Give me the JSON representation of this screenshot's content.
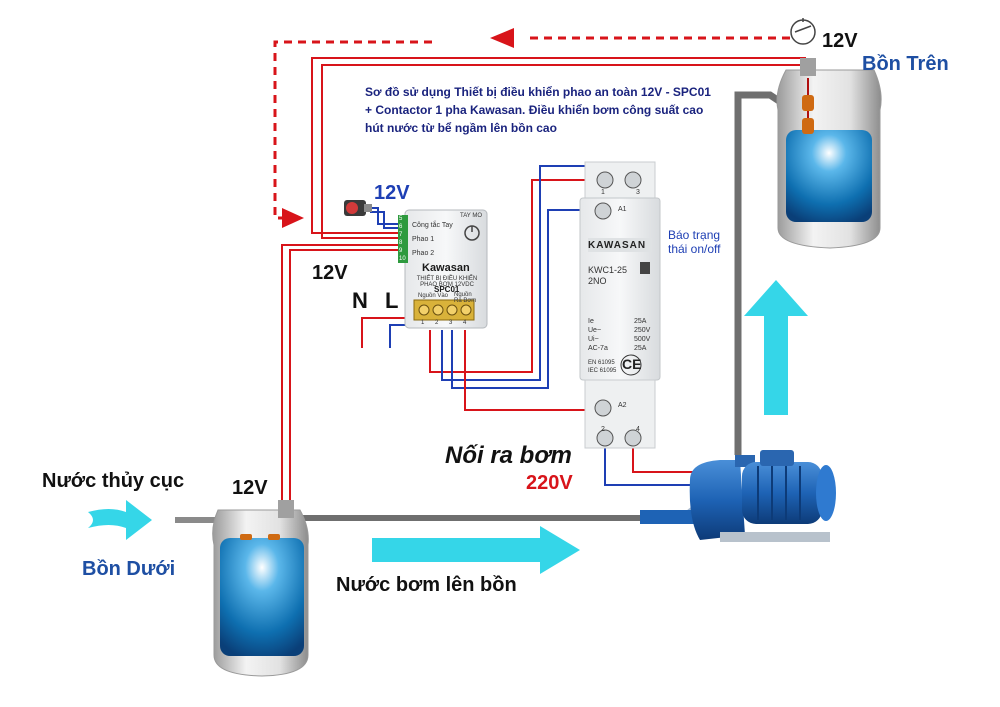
{
  "title_lines": [
    "Sơ đồ sử dụng Thiết bị điều khiển phao an toàn 12V - SPC01",
    " + Contactor 1 pha Kawasan. Điều khiển bơm công suất cao",
    "hút nước từ bể ngầm lên bồn cao"
  ],
  "labels": {
    "top_tank": "Bồn Trên",
    "bottom_tank": "Bồn Dưới",
    "city_water": "Nước thủy cục",
    "pump_output": "Nối ra bơm",
    "pump_voltage": "220V",
    "pumped_water": "Nước bơm lên bồn",
    "status": "Báo trạng thái on/off",
    "neutral": "N",
    "live": "L",
    "v12_top": "12V",
    "v12_switch": "12V",
    "v12_left": "12V",
    "v12_bottom": "12V"
  },
  "controller": {
    "brand": "Kawasan",
    "desc": "THIẾT BỊ ĐIỀU KHIỂN PHAO BƠM 12VDC",
    "model": "SPC01",
    "inputs": [
      "Công tắc Tay",
      "Phao 1",
      "Phao 2"
    ],
    "input_pins": [
      "5",
      "6",
      "7",
      "8",
      "9",
      "10"
    ],
    "mode": "TAY MO",
    "power_in": "Nguồn Vào",
    "power_out": "Nguồn Ra Bơm",
    "out_pins": [
      "1",
      "2",
      "3",
      "4"
    ]
  },
  "contactor": {
    "brand": "KAWASAN",
    "model": "KWC1-25",
    "contacts": "2NO",
    "coil_top": "A1",
    "coil_bottom": "A2",
    "terminals": [
      "1",
      "3",
      "2",
      "4"
    ],
    "specs": [
      {
        "k": "Ie",
        "v": "25A"
      },
      {
        "k": "Ue~",
        "v": "250V"
      },
      {
        "k": "Ui~",
        "v": "500V"
      },
      {
        "k": "AC-7a",
        "v": "25A"
      }
    ],
    "standards": [
      "EN 61095",
      "IEC 61095"
    ],
    "ce": "CE"
  },
  "colors": {
    "wire_red": "#d8141a",
    "wire_blue": "#1e3fb4",
    "pipe": "#6f6f6f",
    "water": "#0e6fb0",
    "arrow": "#35d6e8",
    "pump": "#1e63b5"
  }
}
